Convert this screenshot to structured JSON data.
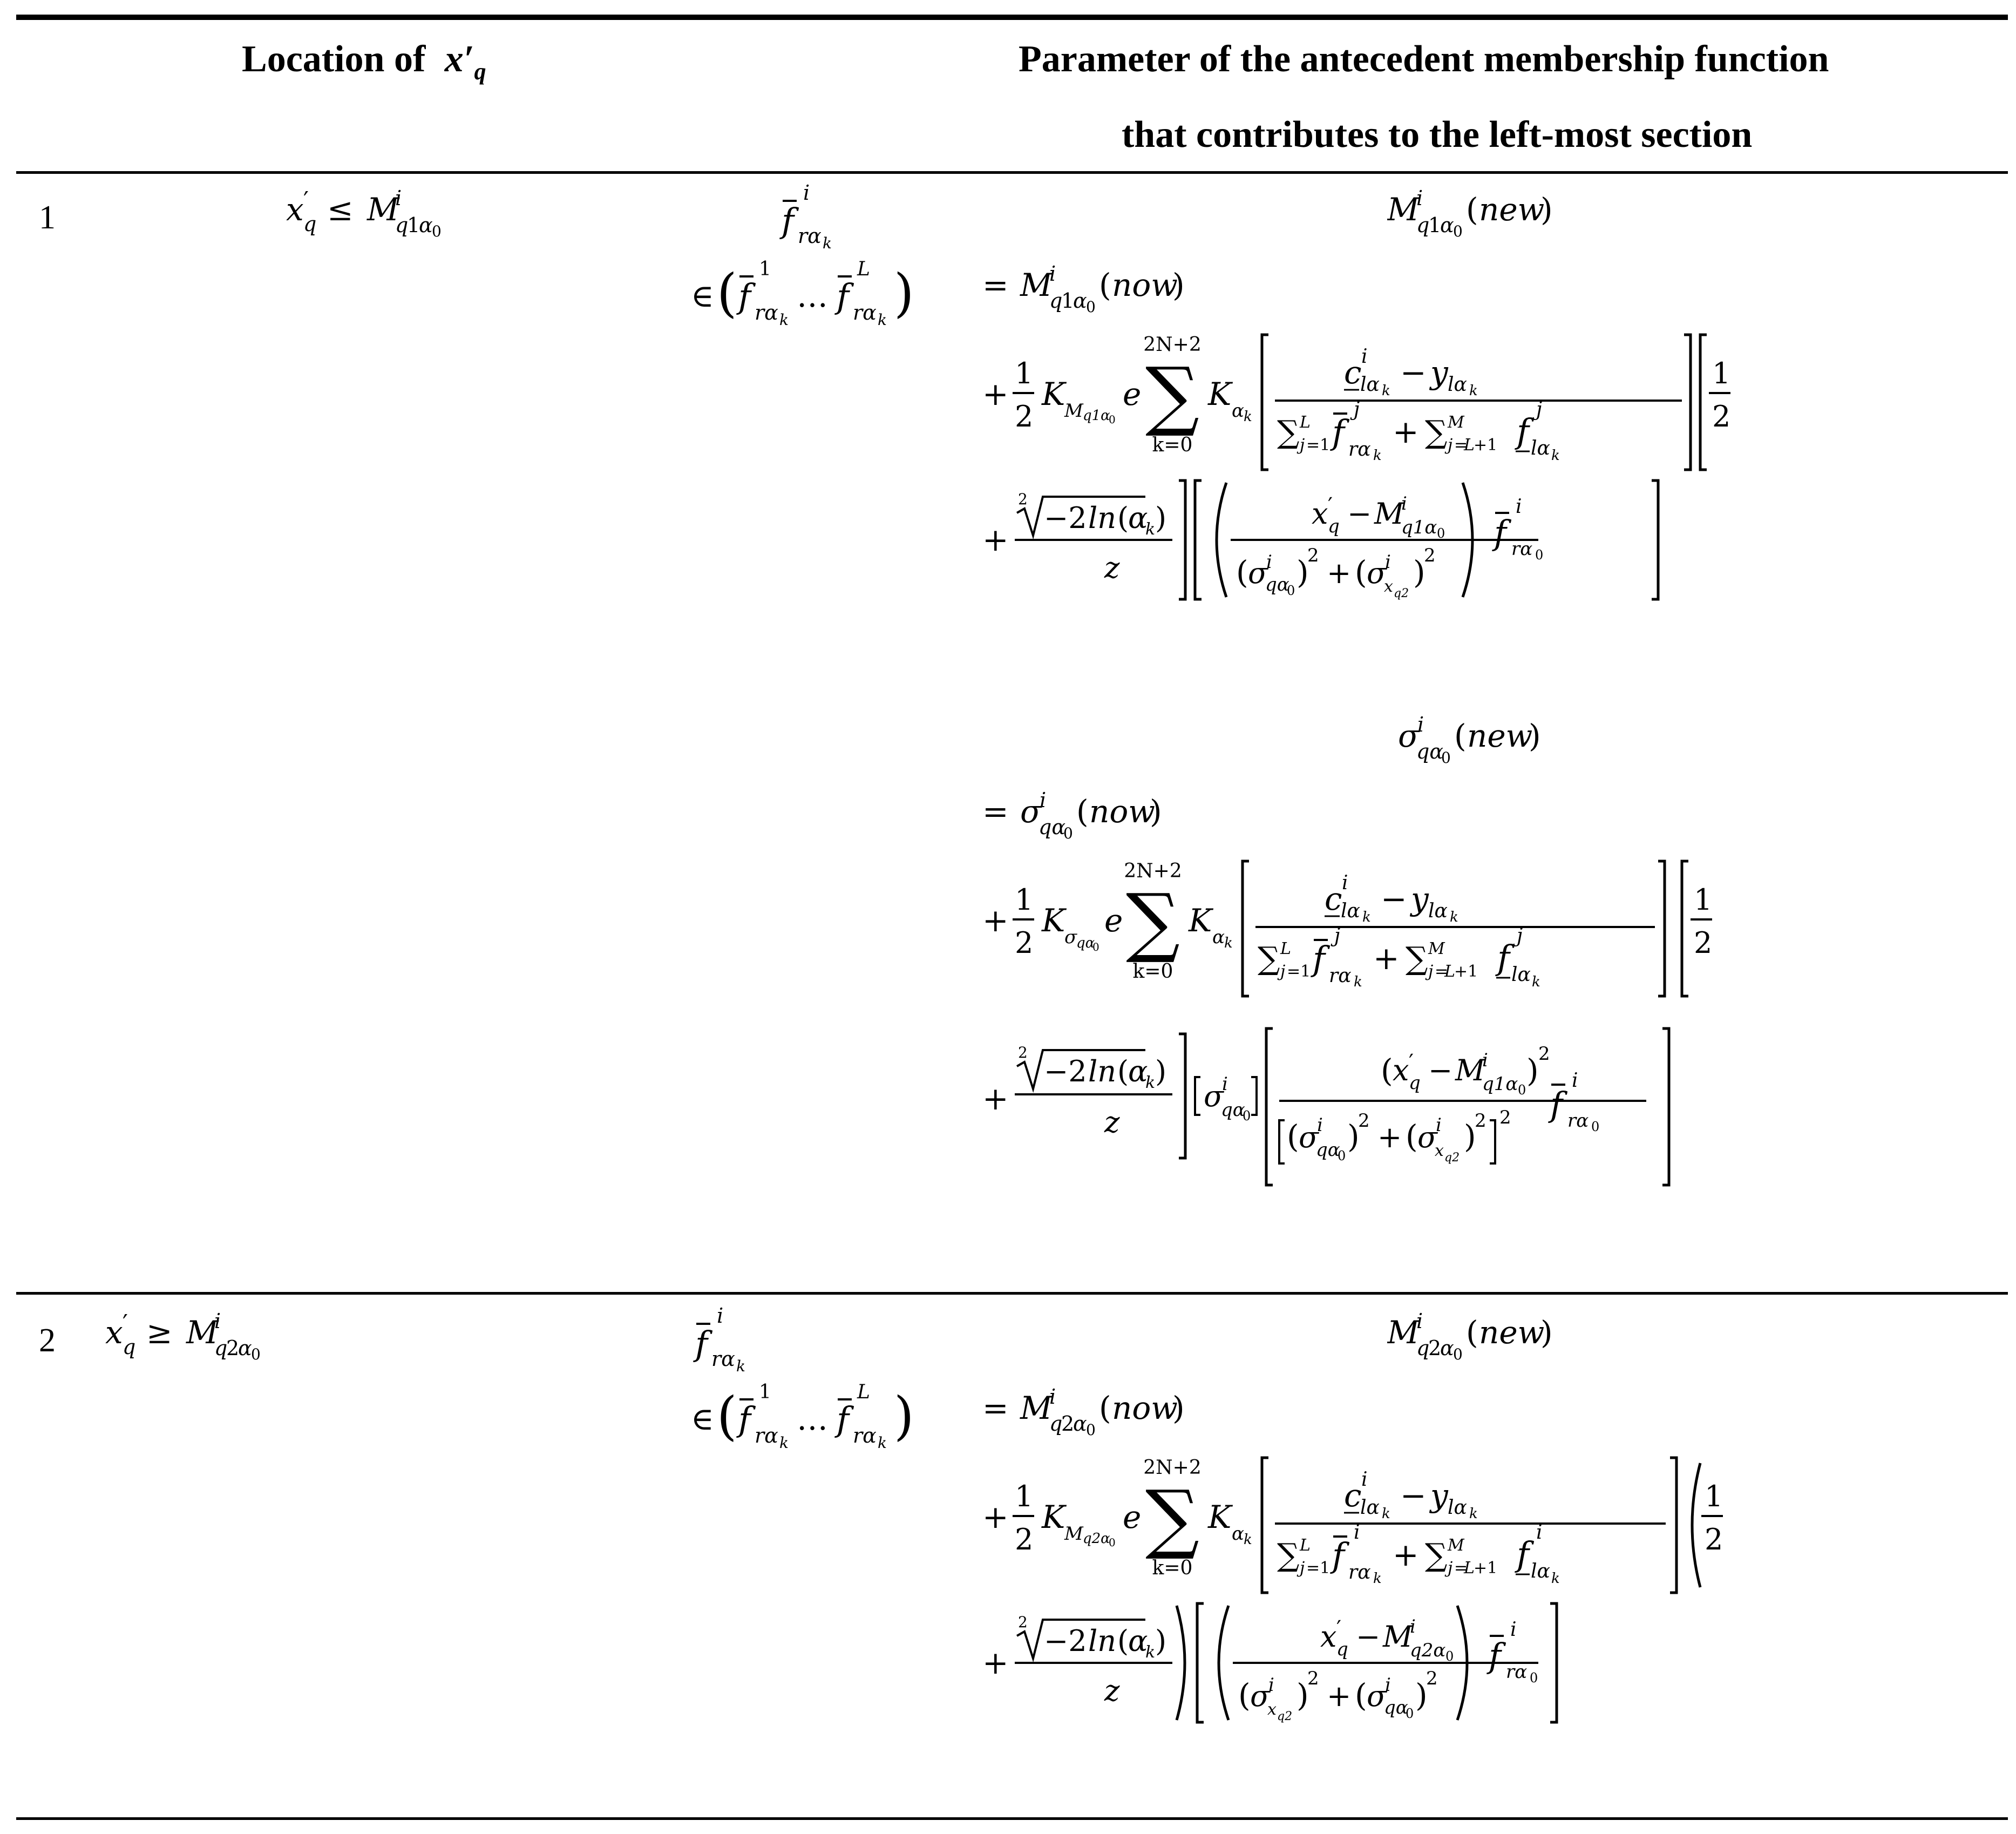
{
  "header": {
    "col1_label": "Location of",
    "col1_symbol": "x′",
    "col1_symbol_sub": "q",
    "col2_line1": "Parameter of the antecedent membership function",
    "col2_line2": "that contributes to the left-most section"
  },
  "rows": [
    {
      "number": "1",
      "condition": "x′q ≤ Miq1α0",
      "constraint": "f̄irαk ∈ (f̄1rαk … f̄Lrαk)",
      "eq_M_title": "Miq1α0(new)",
      "eq_M_body": [
        "= Miq1α0(now)",
        "+ 1/2 K_{Mq1α0} e Σ_{k=0}^{2N+2} K_{αk} [ (c̲ilαk − ylαk) / (Σ_{j=1}^{L} f̄jrαk + Σ_{j=L+1}^{M} f̲jlαk) ] [ 1/2",
        "+ ²√(−2 ln(αk)) / z ] [ ( (x′q − Miq1α0) / ((σiqα0)² + (σixq2)²) ) f̄irα0 ]"
      ],
      "eq_S_title": "σiqα0(new)",
      "eq_S_body": [
        "= σiqα0(now)",
        "+ 1/2 K_{σqα0} e Σ_{k=0}^{2N+2} K_{αk} [ (c̲ilαk − ylαk) / (Σ_{j=1}^{L} f̄jrαk + Σ_{j=L+1}^{M} f̲jlαk) ] [ 1/2",
        "+ ²√(−2 ln(αk)) / z ] [σiqα0] [ (x′q − Miq1α0)² / [(σiqα0)² + (σixq2)²]² f̄irα0 ]"
      ]
    },
    {
      "number": "2",
      "condition": "x′q ≥ Miq2α0",
      "constraint": "f̄irαk ∈ (f̄1rαk … f̄Lrαk)",
      "eq_M_title": "Miq2α0(new)",
      "eq_M_body": [
        "= Miq2α0(now)",
        "+ 1/2 K_{Mq2α0} e Σ_{k=0}^{2N+2} K_{αk} [ (c̲ilαk − ylαk) / (Σ_{j=1}^{L} f̄irαk + Σ_{j=L+1}^{M} f̲ilαk) ] ( 1/2",
        "+ ²√(−2 ln(αk)) / z ) [ ( (x′q − Miq2α0) / ((σixq2)² + (σiqα0)²) ) f̄irα0 ]"
      ]
    }
  ]
}
